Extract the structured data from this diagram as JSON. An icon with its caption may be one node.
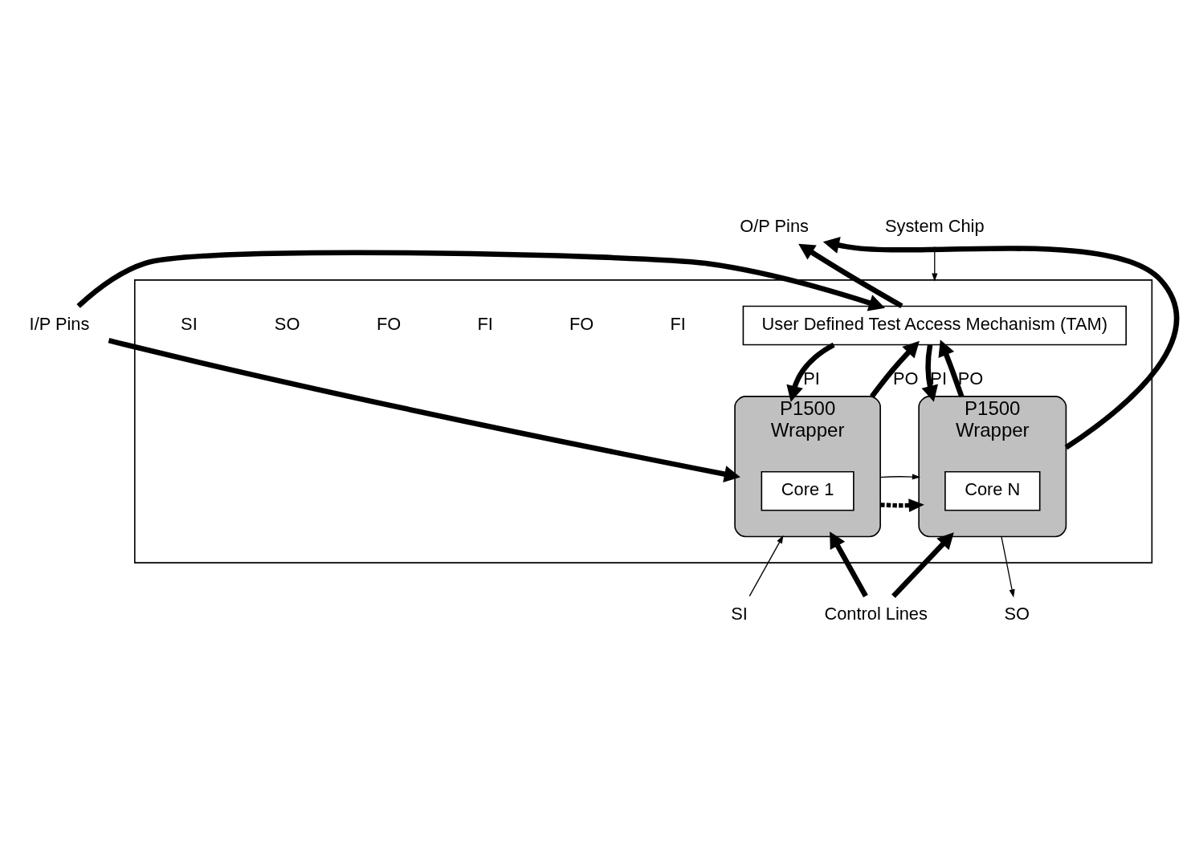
{
  "diagram": {
    "nodes": [
      {
        "text": [],
        "shape": "box"
      },
      {
        "text": [
          "User Defined Test Access Mechanism (TAM)"
        ],
        "in": 0
      },
      {
        "text": [
          "P1500",
          "Wrapper"
        ],
        "in": 0
      },
      {
        "text": [
          "Core 1"
        ],
        "in": 2
      },
      {
        "text": [
          "P1500",
          "Wrapper"
        ],
        "in": 0
      },
      {
        "text": [
          "Core N"
        ],
        "in": 4
      },
      {
        "text": [
          "I/P Pins"
        ]
      },
      {
        "text": [
          "O/P Pins"
        ]
      },
      {
        "text": [
          "SI"
        ]
      },
      {
        "text": [
          "Control Lines"
        ]
      },
      {
        "text": [
          "SO"
        ]
      },
      {
        "text": [
          "System Chip"
        ]
      }
    ],
    "edges": [
      {
        "from": 6,
        "to": 1,
        "arrow": "to"
      },
      {
        "from": 6,
        "to": 2,
        "arrow": "to"
      },
      {
        "from": 1,
        "to": 2,
        "arrow": "to",
        "label": "PI"
      },
      {
        "from": 2,
        "to": 1,
        "arrow": "to",
        "label": "PO"
      },
      {
        "from": 1,
        "to": 4,
        "arrow": "to",
        "label": "PI"
      },
      {
        "from": 4,
        "to": 1,
        "arrow": "to",
        "label": "PO"
      },
      {
        "from": 2,
        "to": 4,
        "arrow": "to",
        "style": "dashed"
      },
      {
        "from": 1,
        "to": 7,
        "arrow": "to"
      },
      {
        "from": 4,
        "to": 7,
        "arrow": "to"
      },
      {
        "from": 8,
        "to": 2,
        "arrow": "to"
      },
      {
        "from": 2,
        "to": 4,
        "arrow": "to"
      },
      {
        "from": 4,
        "to": 10,
        "arrow": "to"
      },
      {
        "from": 9,
        "to": 2,
        "arrow": "to"
      },
      {
        "from": 9,
        "to": 4,
        "arrow": "to"
      },
      {
        "from": 11,
        "to": 0,
        "arrow": "to"
      }
    ],
    "labels": [
      "FI",
      "FO",
      "FI",
      "FO",
      "SO",
      "SI"
    ]
  }
}
